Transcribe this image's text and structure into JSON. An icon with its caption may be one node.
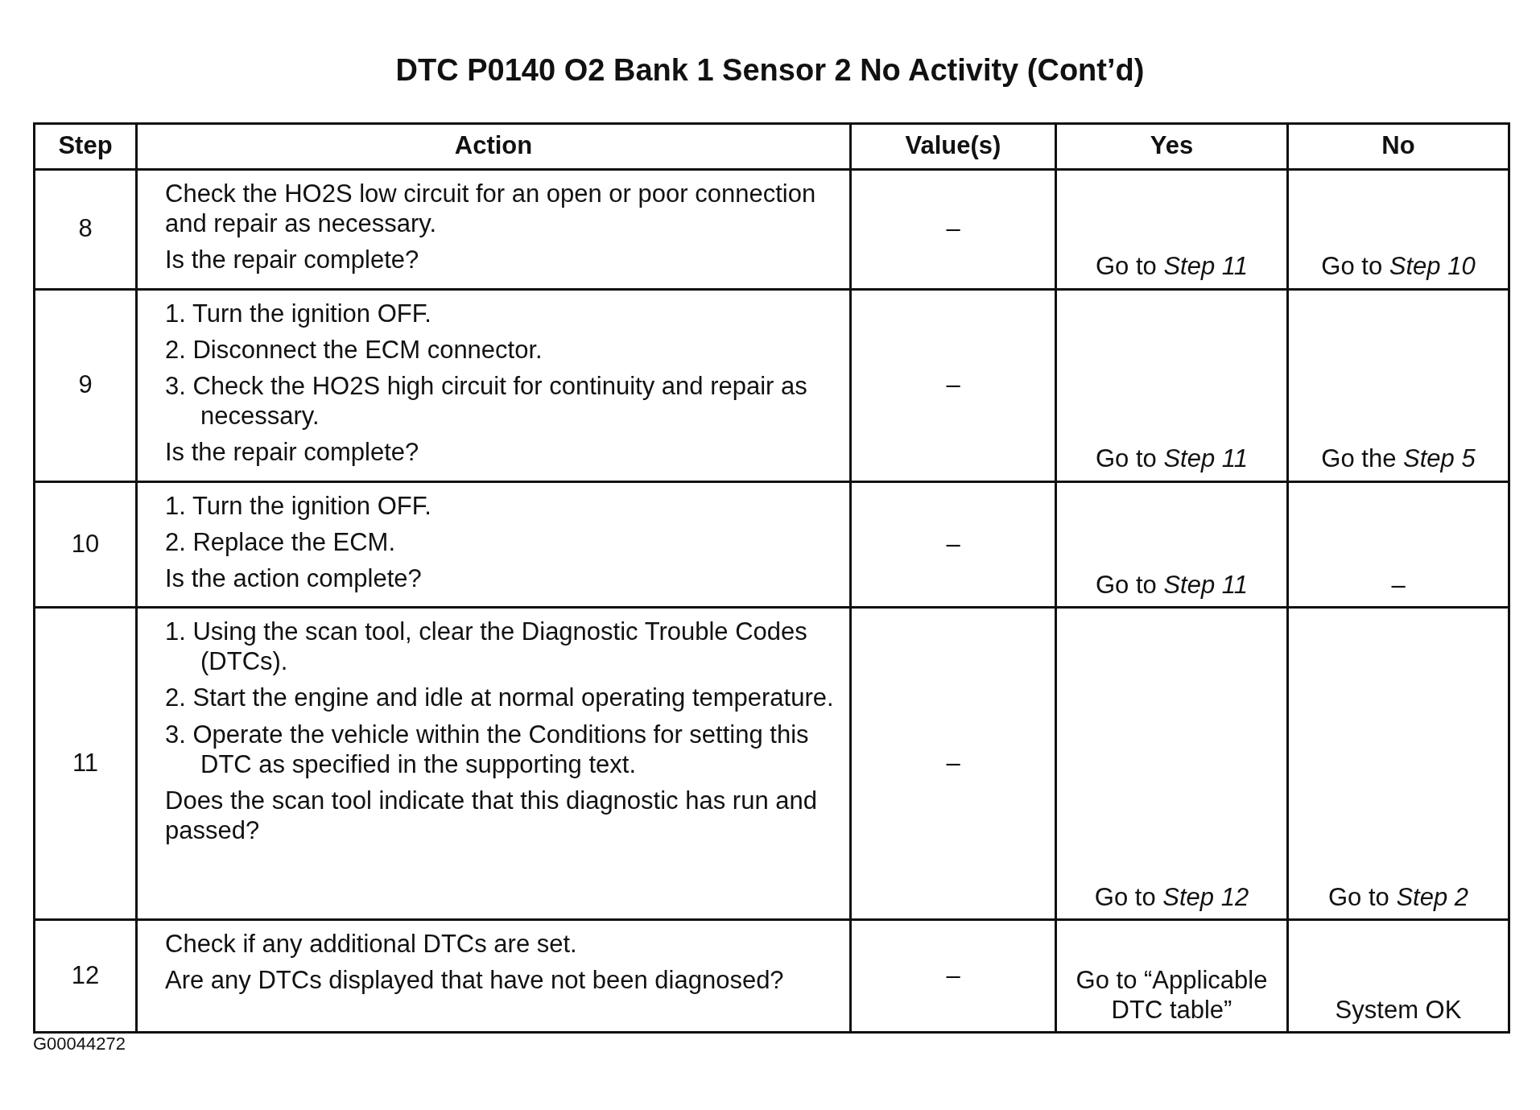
{
  "diagram": {
    "title": "DTC P0140 O2 Bank 1 Sensor 2 No Activity (Cont’d)",
    "labels": [
      "Step",
      "Action",
      "Value(s)",
      "Yes",
      "No",
      "8",
      "Check the HO2S low circuit for an open or poor connection and repair as necessary.",
      "Is the repair complete?",
      "–",
      "Go to *Step 11*",
      "Go to *Step 10*",
      "9",
      "1. Turn the ignition OFF.",
      "2. Disconnect the ECM connector.",
      "3. Check the HO2S high circuit for continuity and repair as necessary.",
      "Is the repair complete?",
      "–",
      "Go to *Step 11*",
      "Go the *Step 5*",
      "10",
      "1. Turn the ignition OFF.",
      "2. Replace the ECM.",
      "Is the action complete?",
      "–",
      "Go to *Step 11*",
      "–",
      "11",
      "1. Using the scan tool, clear the Diagnostic Trouble Codes (DTCs).",
      "2. Start the engine and idle at normal operating temperature.",
      "3. Operate the vehicle within the Conditions for setting this DTC as specified in the supporting text.",
      "Does the scan tool indicate that this diagnostic has run and passed?",
      "–",
      "Go to *Step 12*",
      "Go to *Step 2*",
      "12",
      "Check if any additional DTCs are set.",
      "Are any DTCs displayed that have not been diagnosed?",
      "–",
      "Go to “Applicable DTC table”",
      "System OK",
      "G00044272"
    ]
  }
}
